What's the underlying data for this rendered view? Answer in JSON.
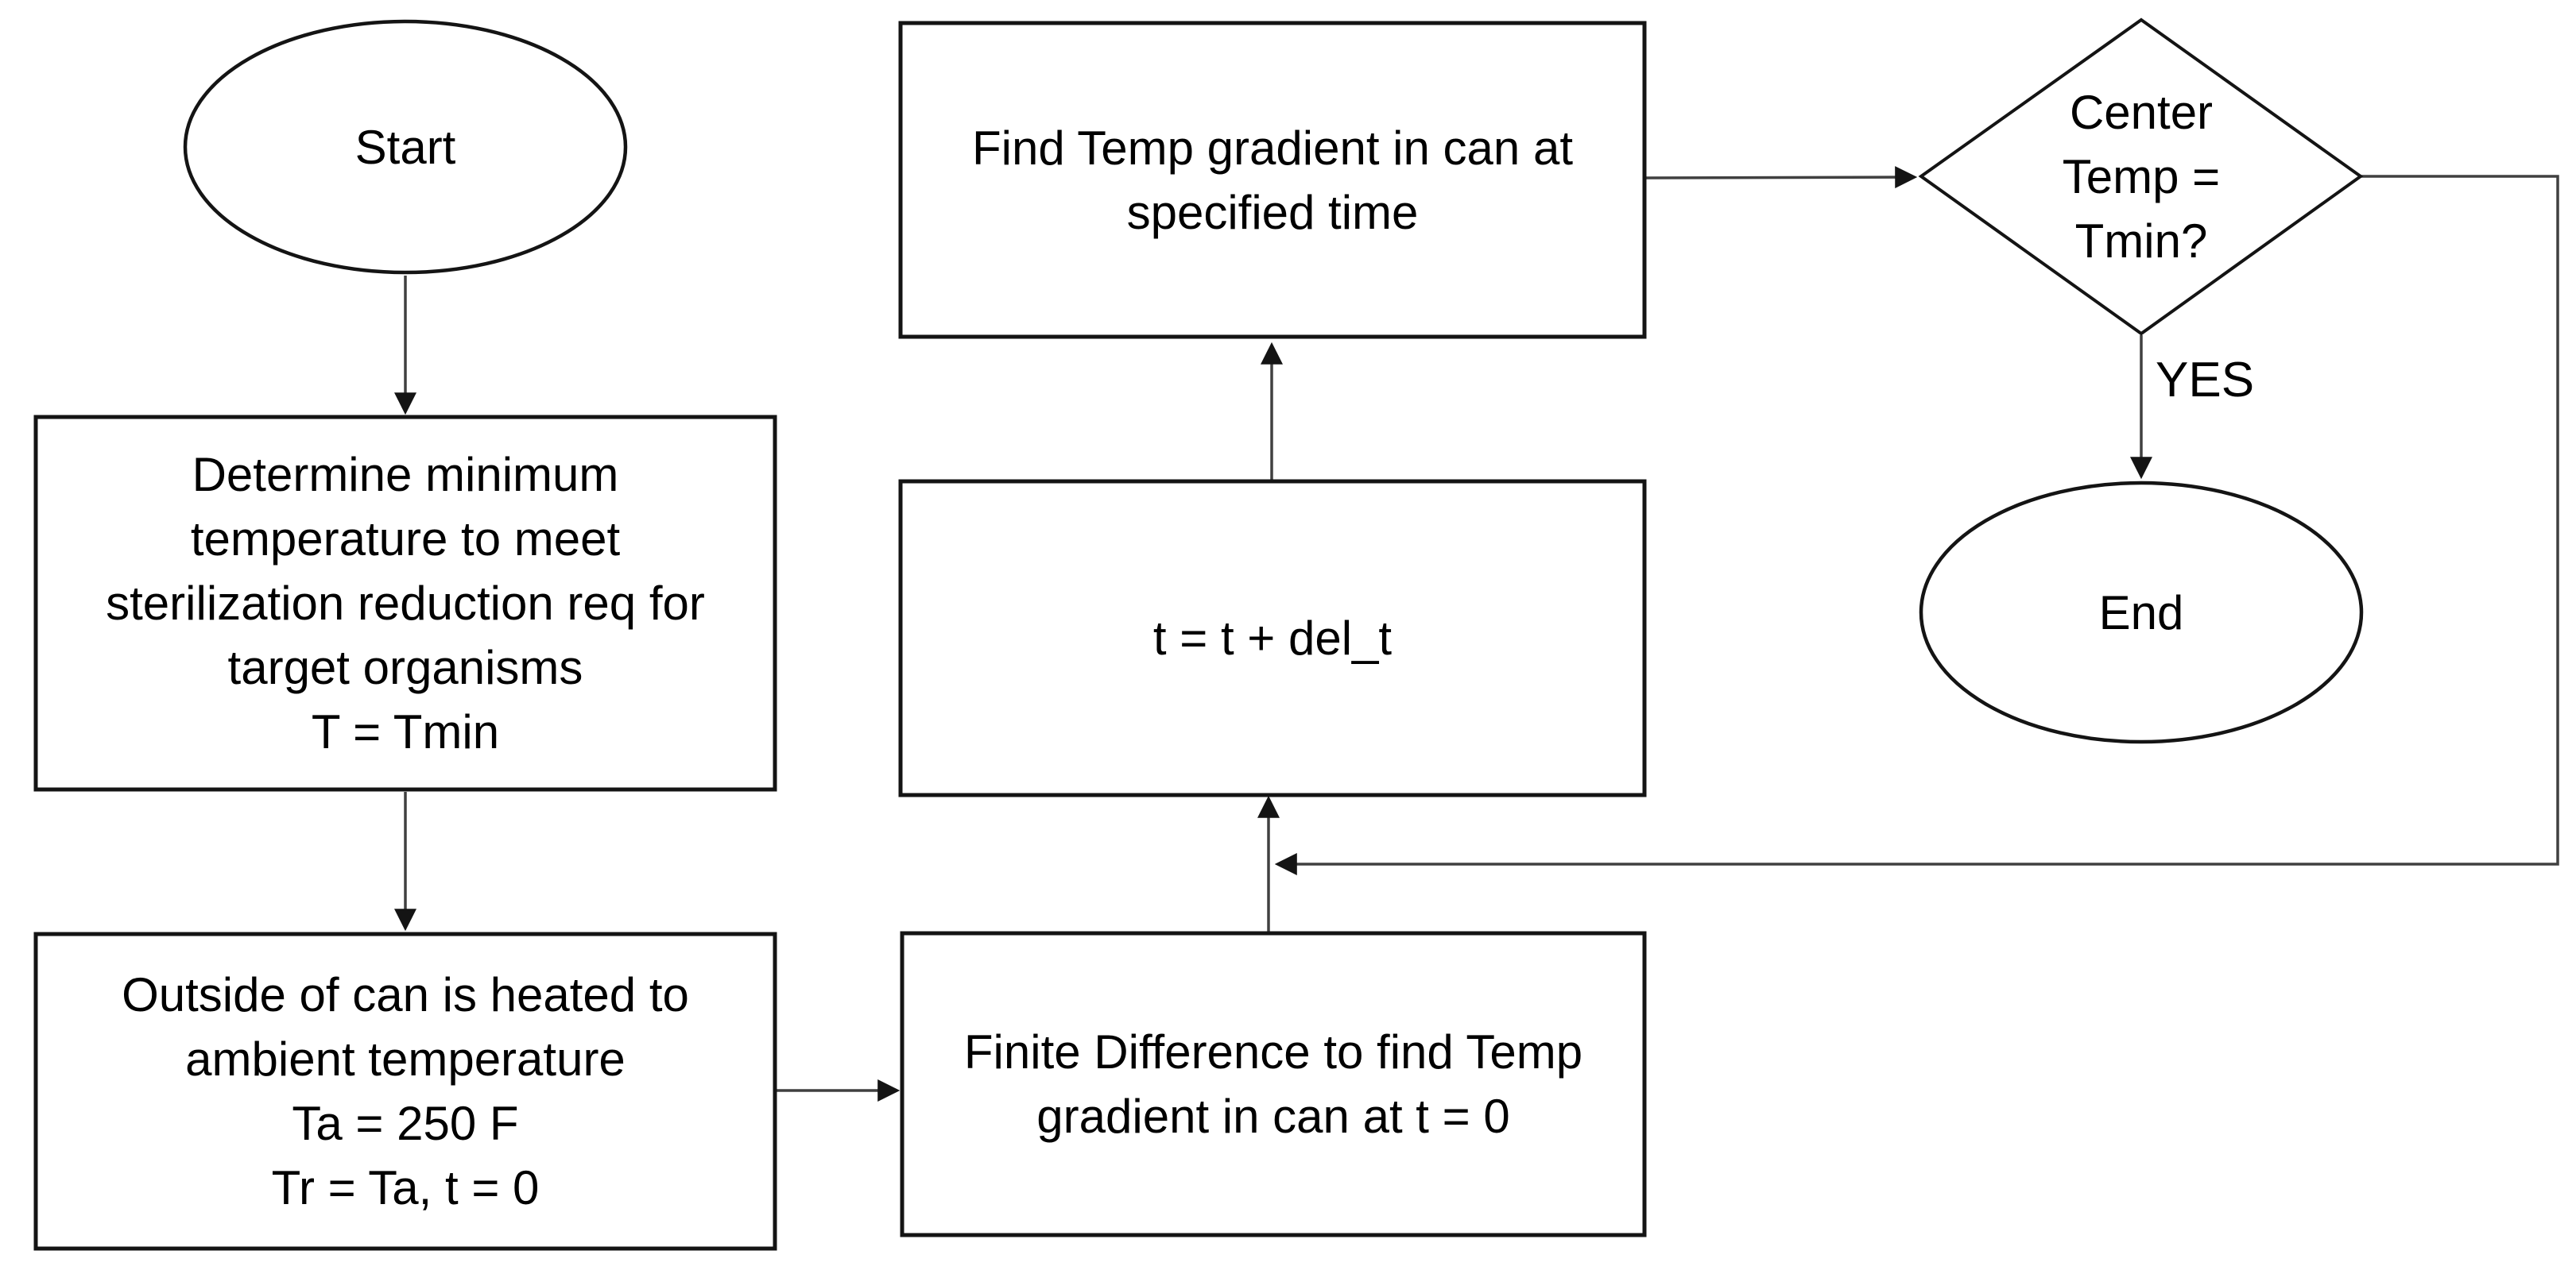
{
  "diagram": {
    "type": "flowchart",
    "background": "#ffffff",
    "colors": {
      "shape_stroke": "#141414",
      "connector_stroke": "#404040",
      "node_fill": "#ffffff",
      "text": "#000000"
    },
    "nodes": [
      {
        "id": "start",
        "shape": "terminator-ellipse",
        "label": "Start"
      },
      {
        "id": "determine-tmin",
        "shape": "process-rect",
        "label": "Determine minimum\ntemperature to meet\nsterilization reduction req for\ntarget organisms\nT = Tmin"
      },
      {
        "id": "heat-outside",
        "shape": "process-rect",
        "label": "Outside of can is heated to\nambient temperature\nTa = 250 F\nTr = Ta, t = 0"
      },
      {
        "id": "finite-difference",
        "shape": "process-rect",
        "label": "Finite Difference to find Temp\ngradient in can at t = 0"
      },
      {
        "id": "increment-time",
        "shape": "process-rect",
        "label": "t = t + del_t"
      },
      {
        "id": "find-gradient",
        "shape": "process-rect",
        "label": "Find Temp gradient in can at\nspecified time"
      },
      {
        "id": "center-temp-check",
        "shape": "decision-diamond",
        "label": "Center\nTemp =\nTmin?"
      },
      {
        "id": "end",
        "shape": "terminator-ellipse",
        "label": "End"
      }
    ],
    "edges": [
      {
        "from": "start",
        "to": "determine-tmin"
      },
      {
        "from": "determine-tmin",
        "to": "heat-outside"
      },
      {
        "from": "heat-outside",
        "to": "finite-difference"
      },
      {
        "from": "finite-difference",
        "to": "increment-time"
      },
      {
        "from": "increment-time",
        "to": "find-gradient"
      },
      {
        "from": "find-gradient",
        "to": "center-temp-check"
      },
      {
        "from": "center-temp-check",
        "to": "end",
        "label": "YES"
      },
      {
        "from": "center-temp-check",
        "to": "finite-difference-increment-time-connector"
      }
    ]
  }
}
